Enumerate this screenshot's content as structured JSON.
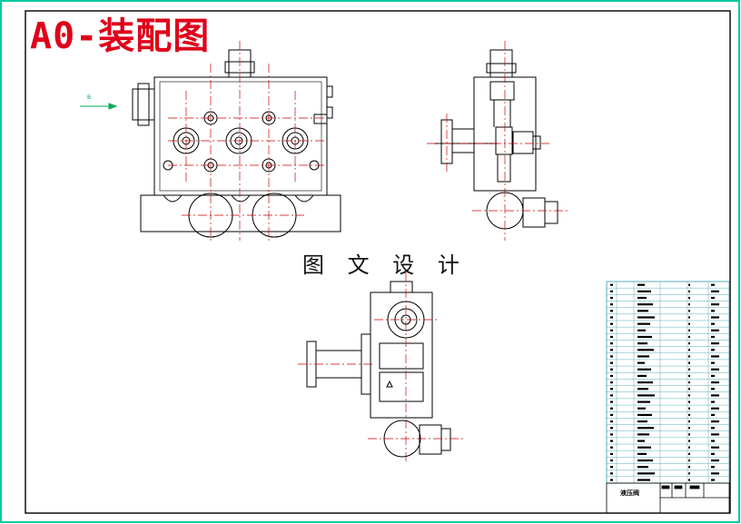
{
  "drawing": {
    "title": "A0-装配图",
    "subtitle": "图 文 设 计",
    "view_label": "B",
    "title_block_label": "液压阀"
  },
  "colors": {
    "outline": "#000000",
    "frame": "#000000",
    "border_outer": "#00c8a0",
    "centerline": "#cc0000",
    "title": "#e0001a",
    "arrow": "#00aa55",
    "table_grid": "#3399aa"
  }
}
